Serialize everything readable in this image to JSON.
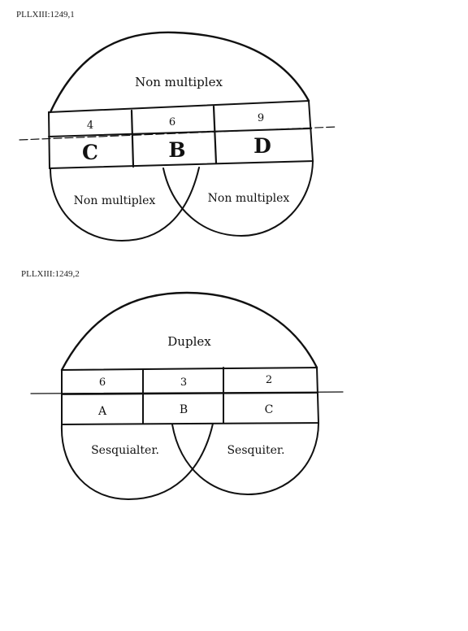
{
  "figure1": {
    "id": "PLLXIII:1249,1",
    "top_label": "Non multiplex",
    "numbers": [
      "4",
      "6",
      "9"
    ],
    "letters": [
      "C",
      "B",
      "D"
    ],
    "left_label": "Non multiplex",
    "right_label": "Non multiplex"
  },
  "figure2": {
    "id": "PLLXIII:1249,2",
    "top_label": "Duplex",
    "numbers": [
      "6",
      "3",
      "2"
    ],
    "letters": [
      "A",
      "B",
      "C"
    ],
    "left_label": "Sesquialter.",
    "right_label": "Sesquiter."
  }
}
